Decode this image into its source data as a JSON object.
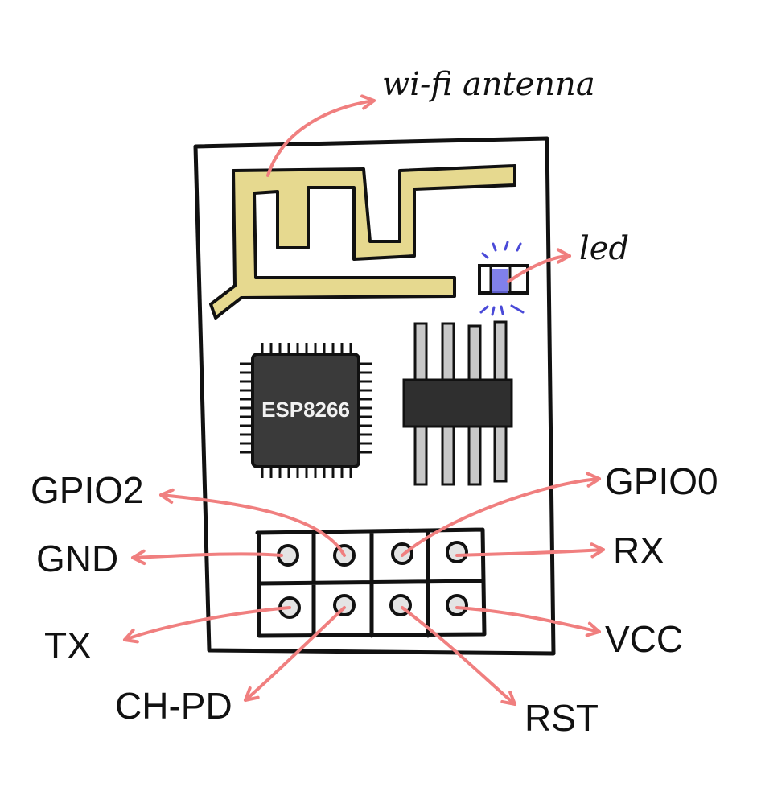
{
  "labels": {
    "antenna": "wi-fi antenna",
    "led": "led",
    "chip": "ESP8266"
  },
  "pins": {
    "gpio2": "GPIO2",
    "gnd": "GND",
    "tx": "TX",
    "ch_pd": "CH-PD",
    "gpio0": "GPIO0",
    "rx": "RX",
    "vcc": "VCC",
    "rst": "RST"
  },
  "colors": {
    "arrow": "#f07f7f",
    "antenna_trace": "#e6d98f",
    "led": "#6a6ae8",
    "chip": "#3a3a3a",
    "header_pin": "#c8c8c8"
  }
}
